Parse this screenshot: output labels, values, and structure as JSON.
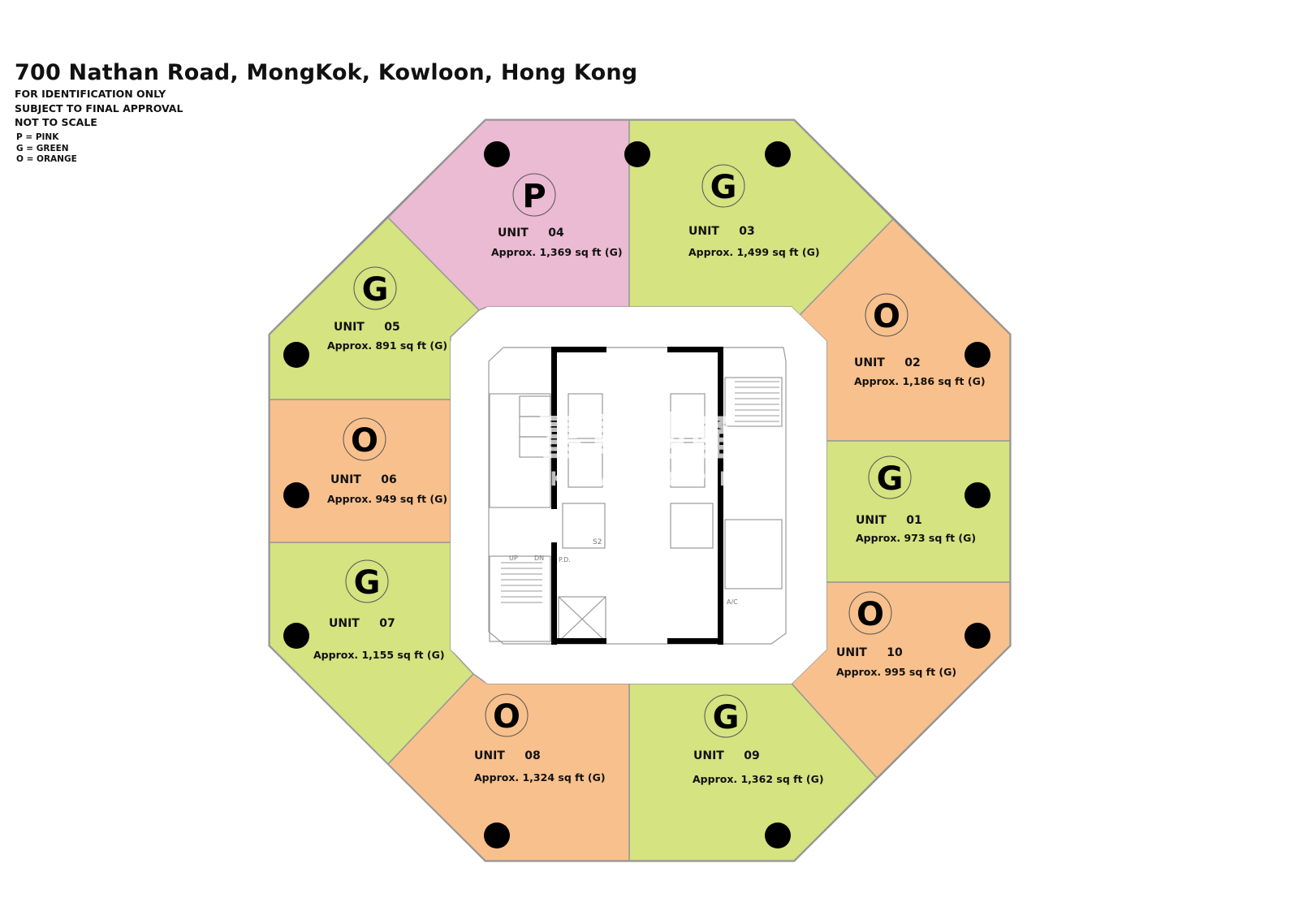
{
  "header": {
    "title": "700 Nathan Road, MongKok, Kowloon, Hong Kong",
    "notes": [
      "FOR IDENTIFICATION ONLY",
      "SUBJECT TO FINAL APPROVAL",
      "NOT TO SCALE"
    ],
    "legend": [
      {
        "code": "P",
        "text": "= PINK"
      },
      {
        "code": "G",
        "text": "= GREEN"
      },
      {
        "code": "O",
        "text": "= ORANGE"
      }
    ]
  },
  "colors": {
    "pink": "#ebbad3",
    "green": "#d5e380",
    "orange": "#f8c08c"
  },
  "watermark": {
    "chinese": "富軍地產",
    "english": "LINK KWAN PROPERTY"
  },
  "core_labels": {
    "s2": "S2",
    "up": "UP",
    "dn": "DN",
    "pd": "P.D.",
    "ac": "A/C"
  },
  "units": {
    "u01": {
      "badge": "G",
      "unit": "UNIT     01",
      "area": "Approx. 973 sq ft (G)"
    },
    "u02": {
      "badge": "O",
      "unit": "UNIT     02",
      "area": "Approx. 1,186 sq ft (G)"
    },
    "u03": {
      "badge": "G",
      "unit": "UNIT     03",
      "area": "Approx. 1,499 sq ft (G)"
    },
    "u04": {
      "badge": "P",
      "unit": "UNIT     04",
      "area": "Approx. 1,369 sq ft (G)"
    },
    "u05": {
      "badge": "G",
      "unit": "UNIT     05",
      "area": "Approx. 891 sq ft (G)"
    },
    "u06": {
      "badge": "O",
      "unit": "UNIT     06",
      "area": "Approx. 949 sq ft (G)"
    },
    "u07": {
      "badge": "G",
      "unit": "UNIT     07",
      "area": "Approx. 1,155 sq ft (G)"
    },
    "u08": {
      "badge": "O",
      "unit": "UNIT     08",
      "area": "Approx. 1,324 sq ft (G)"
    },
    "u09": {
      "badge": "G",
      "unit": "UNIT     09",
      "area": "Approx. 1,362 sq ft (G)"
    },
    "u10": {
      "badge": "O",
      "unit": "UNIT     10",
      "area": "Approx. 995 sq ft (G)"
    }
  }
}
